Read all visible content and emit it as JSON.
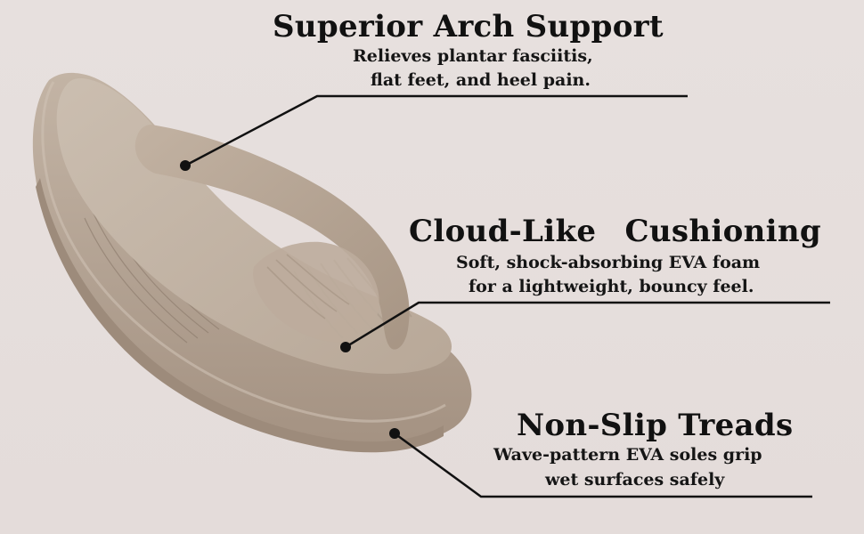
{
  "features": [
    {
      "title": "Superior Arch Support",
      "lines": [
        "Relieves plantar fasciitis,",
        "flat feet, and heel pain."
      ]
    },
    {
      "title": "Cloud-Like  Cushioning",
      "lines": [
        "Soft, shock-absorbing EVA foam",
        "for a lightweight, bouncy feel."
      ]
    },
    {
      "title": "Non-Slip Treads",
      "lines": [
        "Wave-pattern EVA soles grip",
        "wet surfaces safely"
      ]
    }
  ],
  "colors": {
    "background": "#e5dedc",
    "sandal": "#b5a595",
    "text": "#111111",
    "callout_line": "#111111"
  },
  "illustration": {
    "subject": "sandal-illustration",
    "callout_marker": "dot-marker"
  }
}
